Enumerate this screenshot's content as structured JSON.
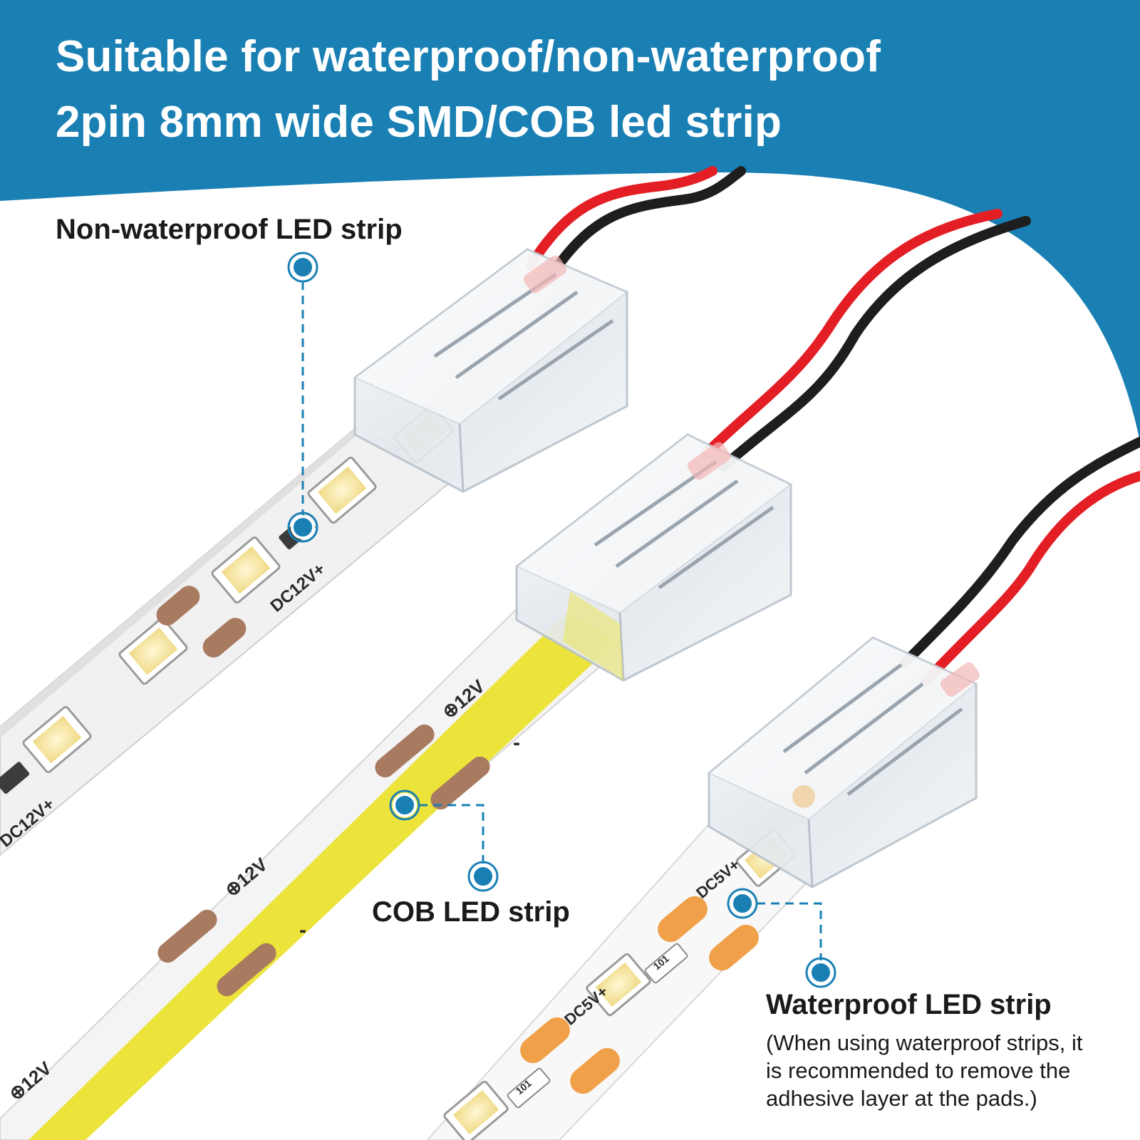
{
  "header": {
    "line1": "Suitable for waterproof/non-waterproof",
    "line2": "2pin 8mm wide SMD/COB led strip"
  },
  "labels": {
    "non_waterproof": "Non-waterproof LED strip",
    "cob": "COB LED strip",
    "waterproof": "Waterproof LED strip",
    "waterproof_note": [
      "(When using waterproof strips, it",
      "is recommended to remove the",
      "adhesive layer at the pads.)"
    ]
  },
  "strip_markings": {
    "smd_voltage": "DC12V+",
    "cob_voltage": "⊕12V",
    "waterproof_voltage": "DC5V+",
    "resistor_code": "101",
    "minus": "-",
    "plus": "+"
  },
  "colors": {
    "banner": "#1a80b4",
    "callout": "#1a80b4",
    "wire_red": "#e31e24",
    "wire_black": "#1e1e1e",
    "cob_yellow": "#ece43a",
    "copper_pad": "#a87a60",
    "solder_pad": "#f0a048",
    "led_chip": "#f4e29a"
  }
}
